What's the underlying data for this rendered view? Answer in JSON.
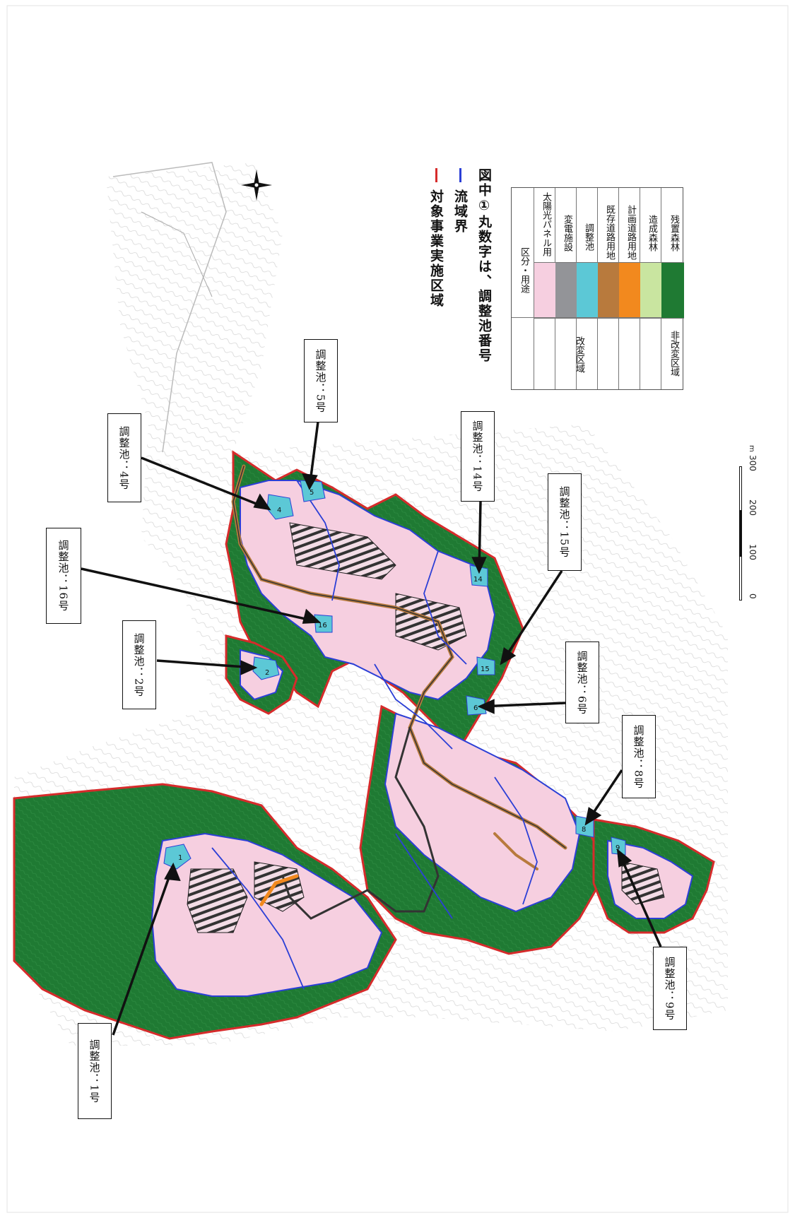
{
  "legend_lines": [
    {
      "label": "対象事業実施区域",
      "color": "#d62b2b"
    },
    {
      "label": "流域界",
      "color": "#2b3fd6"
    }
  ],
  "legend_note": "図中①丸数字は、調整池番号",
  "landuse_table": {
    "header": "区分・用途",
    "group_altered": "改変区域",
    "group_unaltered": "非改変区域",
    "rows": [
      {
        "label": "太陽光パネル用",
        "color": "#f6cfe0"
      },
      {
        "label": "変電施設",
        "color": "#939498"
      },
      {
        "label": "調整池",
        "color": "#5cc8d6"
      },
      {
        "label": "既存道路用地",
        "color": "#b87a3d"
      },
      {
        "label": "計画道路用地",
        "color": "#f2891e"
      },
      {
        "label": "造成森林",
        "color": "#c9e5a0"
      },
      {
        "label": "残置森林",
        "color": "#1f7a33"
      }
    ]
  },
  "scale_bar": {
    "ticks": [
      "0",
      "100",
      "200",
      "300"
    ],
    "unit": "m"
  },
  "callouts": [
    {
      "id": "pond-1",
      "label": "調整池：1号"
    },
    {
      "id": "pond-2",
      "label": "調整池：2号"
    },
    {
      "id": "pond-4",
      "label": "調整池：4号"
    },
    {
      "id": "pond-5",
      "label": "調整池：5号"
    },
    {
      "id": "pond-6",
      "label": "調整池：6号"
    },
    {
      "id": "pond-8",
      "label": "調整池：8号"
    },
    {
      "id": "pond-9",
      "label": "調整池：9号"
    },
    {
      "id": "pond-14",
      "label": "調整池：14号"
    },
    {
      "id": "pond-15",
      "label": "調整池：15号"
    },
    {
      "id": "pond-16",
      "label": "調整池：16号"
    }
  ],
  "pond_markers": [
    "1",
    "2",
    "4",
    "5",
    "6",
    "8",
    "9",
    "14",
    "15",
    "16"
  ],
  "colors": {
    "project_boundary": "#d62b2b",
    "watershed": "#2b3fd6",
    "solar": "#f6cfe0",
    "forest": "#1f7a33",
    "pond": "#5cc8d6",
    "road_existing": "#b87a3d",
    "road_planned": "#f2891e"
  }
}
